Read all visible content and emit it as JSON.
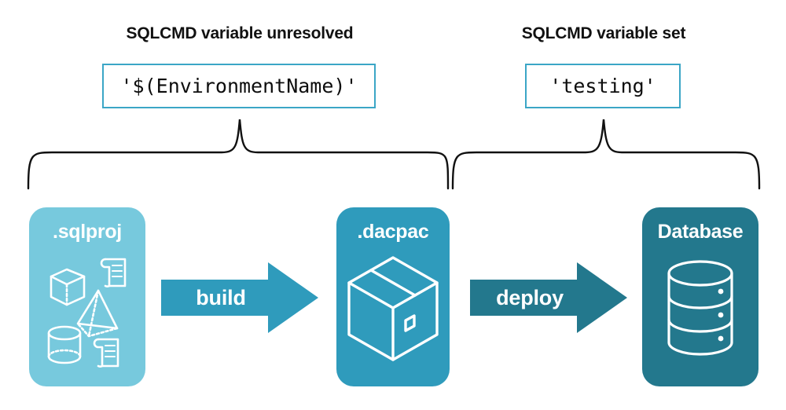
{
  "headings": {
    "left": "SQLCMD variable unresolved",
    "right": "SQLCMD variable set"
  },
  "code_values": {
    "left": "'$(EnvironmentName)'",
    "right": "'testing'"
  },
  "stages": [
    {
      "label": ".sqlproj",
      "color": "#77c9dd",
      "icons": [
        "cube-icon",
        "pyramid-icon",
        "cylinder-icon",
        "script-scroll-icon",
        "script-scroll-icon"
      ]
    },
    {
      "label": ".dacpac",
      "color": "#2f9bbc",
      "icons": [
        "package-box-icon"
      ]
    },
    {
      "label": "Database",
      "color": "#23788d",
      "icons": [
        "database-cylinder-icon"
      ]
    }
  ],
  "arrows": [
    {
      "label": "build",
      "color": "#2f9bbc"
    },
    {
      "label": "deploy",
      "color": "#23788d"
    }
  ],
  "colors": {
    "code_box_border": "#3ba6c6",
    "brace_stroke": "#111111",
    "text_dark": "#111111",
    "background": "#ffffff"
  }
}
